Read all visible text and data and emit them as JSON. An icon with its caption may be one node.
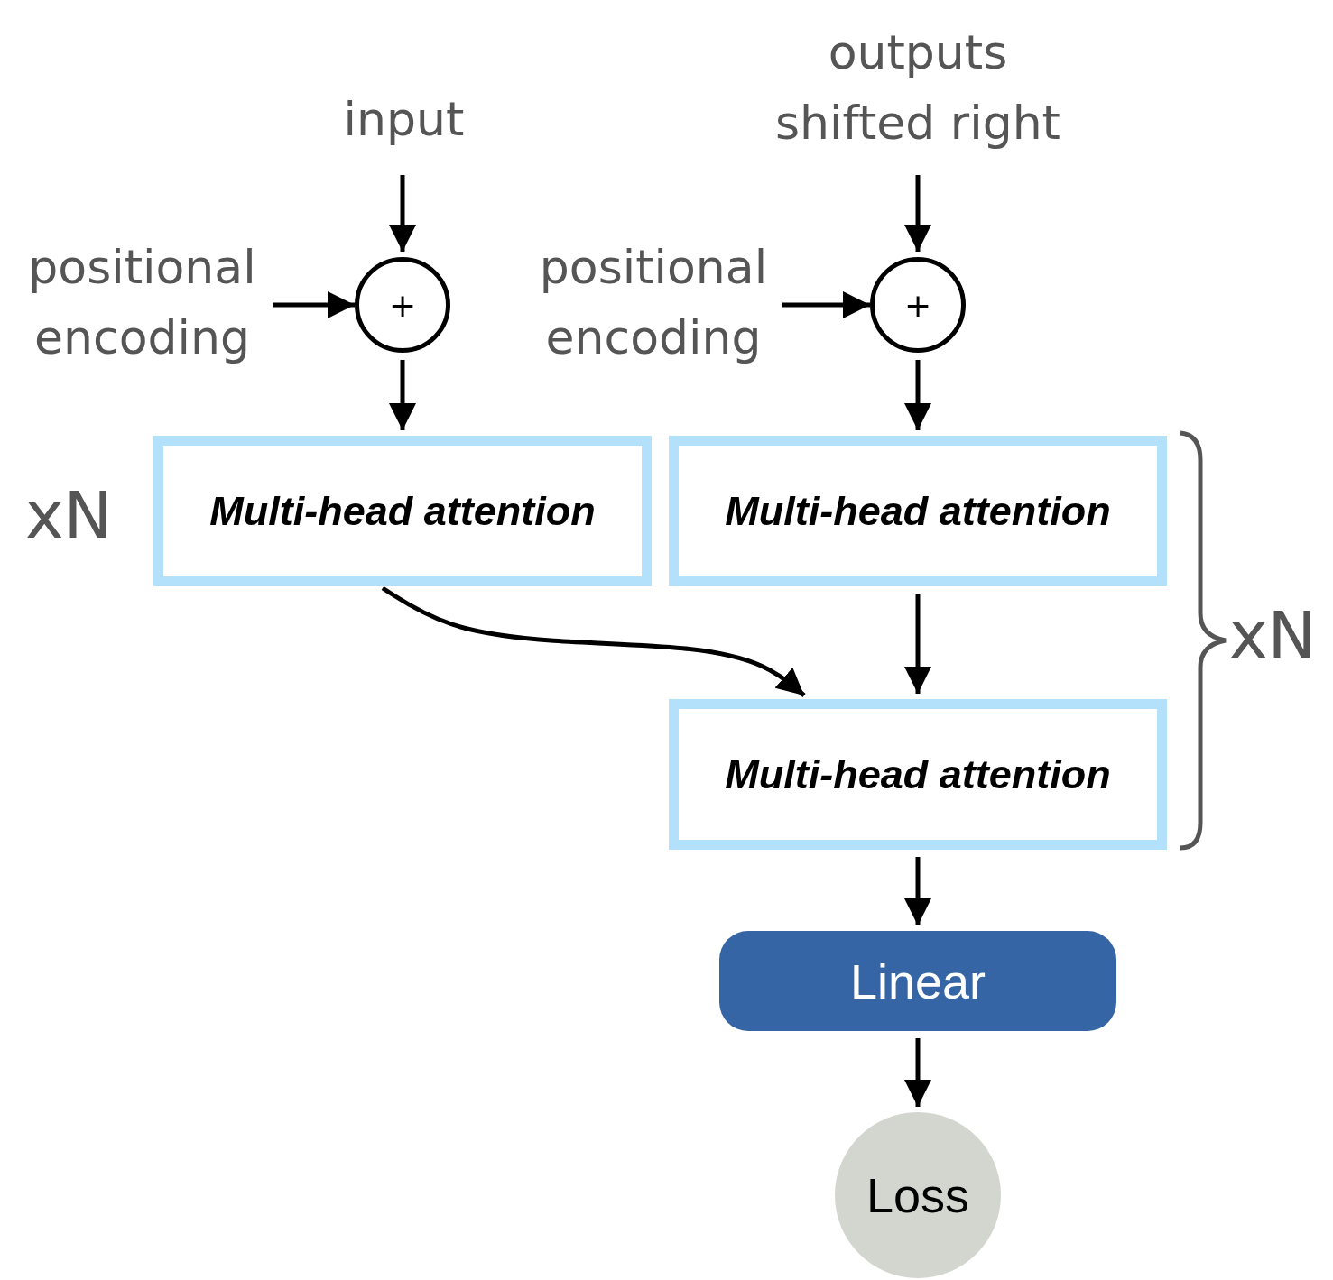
{
  "diagram": {
    "nodes": [
      {
        "text": [
          "input"
        ]
      },
      {
        "text": [
          "positional encoding"
        ]
      },
      {
        "text": [
          "+"
        ]
      },
      {
        "text": [
          "outputs shifted right"
        ]
      },
      {
        "text": [
          "positional encoding"
        ]
      },
      {
        "text": [
          "+"
        ]
      },
      {
        "text": [
          "Multi-head attention"
        ]
      },
      {
        "text": [
          "Multi-head attention"
        ]
      },
      {
        "text": [
          "Multi-head attention"
        ]
      },
      {
        "text": [
          "Linear"
        ]
      },
      {
        "text": [
          "Loss"
        ]
      }
    ],
    "edges": [
      {
        "from": 0,
        "to": 2,
        "arrow": "to"
      },
      {
        "from": 1,
        "to": 2,
        "arrow": "to"
      },
      {
        "from": 2,
        "to": 6,
        "arrow": "to"
      },
      {
        "from": 3,
        "to": 5,
        "arrow": "to"
      },
      {
        "from": 4,
        "to": 5,
        "arrow": "to"
      },
      {
        "from": 5,
        "to": 7,
        "arrow": "to"
      },
      {
        "from": 6,
        "to": 8,
        "arrow": "to"
      },
      {
        "from": 7,
        "to": 8,
        "arrow": "to"
      },
      {
        "from": 8,
        "to": 9,
        "arrow": "to"
      },
      {
        "from": 9,
        "to": 10,
        "arrow": "to"
      }
    ],
    "labels": [
      "xN",
      "xN"
    ]
  }
}
